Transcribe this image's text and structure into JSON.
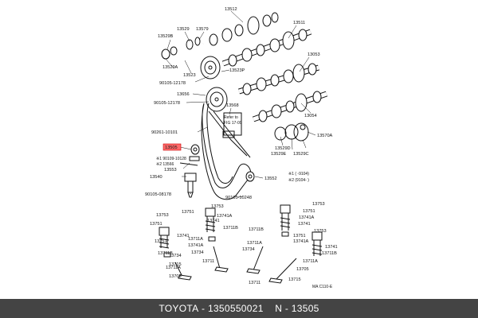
{
  "diagram": {
    "labels": [
      {
        "id": "13512",
        "text": "13512"
      },
      {
        "id": "13511",
        "text": "13511"
      },
      {
        "id": "13529",
        "text": "13529"
      },
      {
        "id": "13579",
        "text": "13579"
      },
      {
        "id": "13529B",
        "text": "13529B"
      },
      {
        "id": "13529A",
        "text": "13529A"
      },
      {
        "id": "13523",
        "text": "13523"
      },
      {
        "id": "90105-12178a",
        "text": "90105-12178"
      },
      {
        "id": "13523P",
        "text": "13523P"
      },
      {
        "id": "13053",
        "text": "13053"
      },
      {
        "id": "13656",
        "text": "13656"
      },
      {
        "id": "90105-12178b",
        "text": "90105-12178"
      },
      {
        "id": "13568",
        "text": "13568"
      },
      {
        "id": "refer",
        "text": "Refer to"
      },
      {
        "id": "fig",
        "text": "FIG 17-09"
      },
      {
        "id": "13054",
        "text": "13054"
      },
      {
        "id": "90261-10101",
        "text": "90261-10101"
      },
      {
        "id": "13570A",
        "text": "13570A"
      },
      {
        "id": "13529D",
        "text": "13529D"
      },
      {
        "id": "13529E",
        "text": "13529E"
      },
      {
        "id": "13529C",
        "text": "13529C"
      },
      {
        "id": "13505",
        "text": "13505"
      },
      {
        "id": "90109-10128",
        "text": "※1 90109-10128"
      },
      {
        "id": "13566",
        "text": "※2 13566"
      },
      {
        "id": "13553",
        "text": "13553"
      },
      {
        "id": "13552",
        "text": "13552"
      },
      {
        "id": "13540",
        "text": "13540"
      },
      {
        "id": "note1",
        "text": "※1 (    -9104)"
      },
      {
        "id": "note2",
        "text": "※2 (9104-     )"
      },
      {
        "id": "90105-08178",
        "text": "90105-08178"
      },
      {
        "id": "90105-10248",
        "text": "90105-10248"
      },
      {
        "id": "13753a",
        "text": "13753"
      },
      {
        "id": "13751a",
        "text": "13751"
      },
      {
        "id": "13741Aa",
        "text": "13741A"
      },
      {
        "id": "13741a",
        "text": "13741"
      },
      {
        "id": "13711Ba",
        "text": "13711B"
      },
      {
        "id": "13711Aa",
        "text": "13711A"
      },
      {
        "id": "13734a",
        "text": "13734"
      },
      {
        "id": "13711a",
        "text": "13711"
      },
      {
        "id": "13715a",
        "text": "13715"
      },
      {
        "id": "13753b",
        "text": "13753"
      },
      {
        "id": "13751b",
        "text": "13751"
      },
      {
        "id": "13741Ab",
        "text": "13741A"
      },
      {
        "id": "13741b",
        "text": "13741"
      },
      {
        "id": "13751c",
        "text": "13751"
      },
      {
        "id": "13711Bb",
        "text": "13711B"
      },
      {
        "id": "13734b",
        "text": "13734"
      },
      {
        "id": "13711Ab",
        "text": "13711A"
      },
      {
        "id": "13705a",
        "text": "13705"
      },
      {
        "id": "13753c",
        "text": "13753"
      },
      {
        "id": "13751d",
        "text": "13751"
      },
      {
        "id": "13741Ac",
        "text": "13741A"
      },
      {
        "id": "13741c",
        "text": "13741"
      },
      {
        "id": "13711Bc",
        "text": "13711B"
      },
      {
        "id": "13711Ac",
        "text": "13711A"
      },
      {
        "id": "13711b",
        "text": "13711"
      },
      {
        "id": "13715b",
        "text": "13715"
      },
      {
        "id": "13753d",
        "text": "13753"
      },
      {
        "id": "13751e",
        "text": "13751"
      },
      {
        "id": "13741Ad",
        "text": "13741A"
      },
      {
        "id": "13741d",
        "text": "13741"
      },
      {
        "id": "13711Bd",
        "text": "13711B"
      },
      {
        "id": "13734c",
        "text": "13734"
      },
      {
        "id": "13711Ad",
        "text": "13711A"
      },
      {
        "id": "13705b",
        "text": "13705"
      },
      {
        "id": "code",
        "text": "MA C110-E"
      }
    ],
    "highlight_label": "13505"
  },
  "footer": {
    "brand": "TOYOTA",
    "sep1": " - ",
    "part_number": "1350550021",
    "sep2": "    N - ",
    "ref_number": "13505"
  }
}
